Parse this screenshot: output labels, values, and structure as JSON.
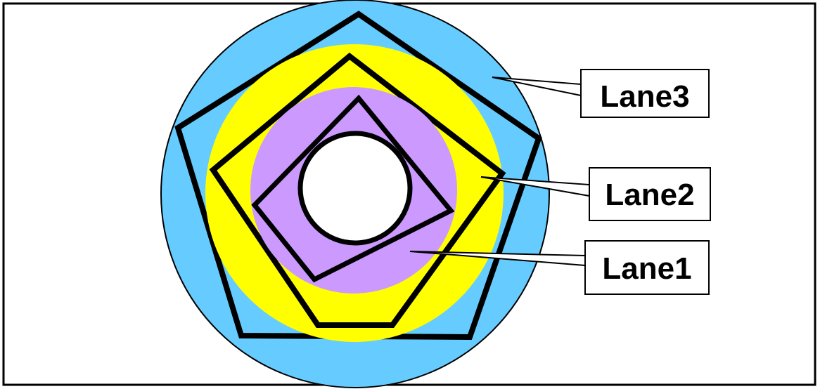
{
  "diagram": {
    "colors": {
      "lane3": "#66CCFF",
      "lane2": "#FFFF00",
      "lane1": "#CC99FF",
      "center": "#FFFFFF",
      "stroke": "#000000"
    },
    "labels": {
      "lane3": "Lane3",
      "lane2": "Lane2",
      "lane1": "Lane1"
    }
  }
}
